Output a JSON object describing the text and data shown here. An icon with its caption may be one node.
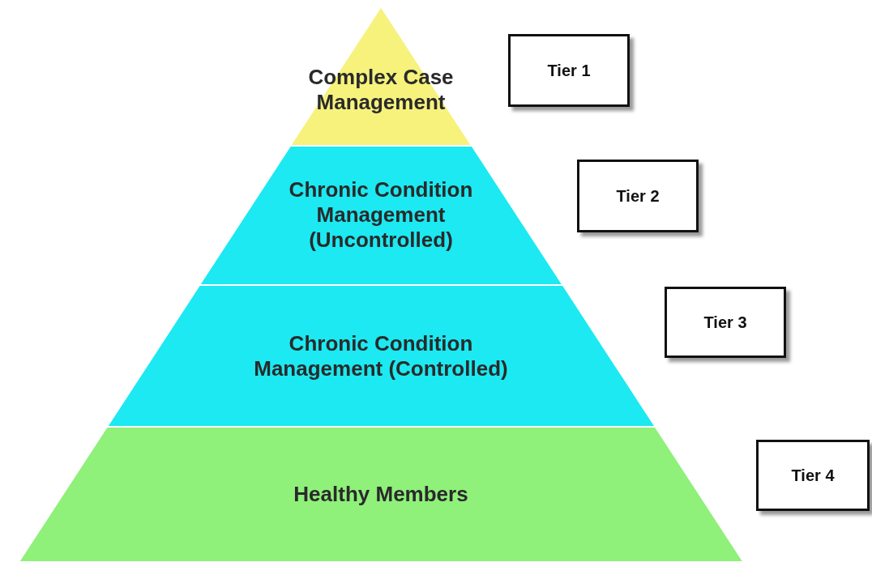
{
  "diagram": {
    "nodes": [
      {
        "text": [
          "Complex Case Management"
        ]
      },
      {
        "text": [
          "Chronic Condition Management (Uncontrolled)"
        ]
      },
      {
        "text": [
          "Chronic Condition Management (Controlled)"
        ]
      },
      {
        "text": [
          "Healthy Members"
        ]
      },
      {
        "text": [
          "Tier 1"
        ]
      },
      {
        "text": [
          "Tier 2"
        ]
      },
      {
        "text": [
          "Tier 3"
        ]
      },
      {
        "text": [
          "Tier 4"
        ]
      }
    ]
  }
}
